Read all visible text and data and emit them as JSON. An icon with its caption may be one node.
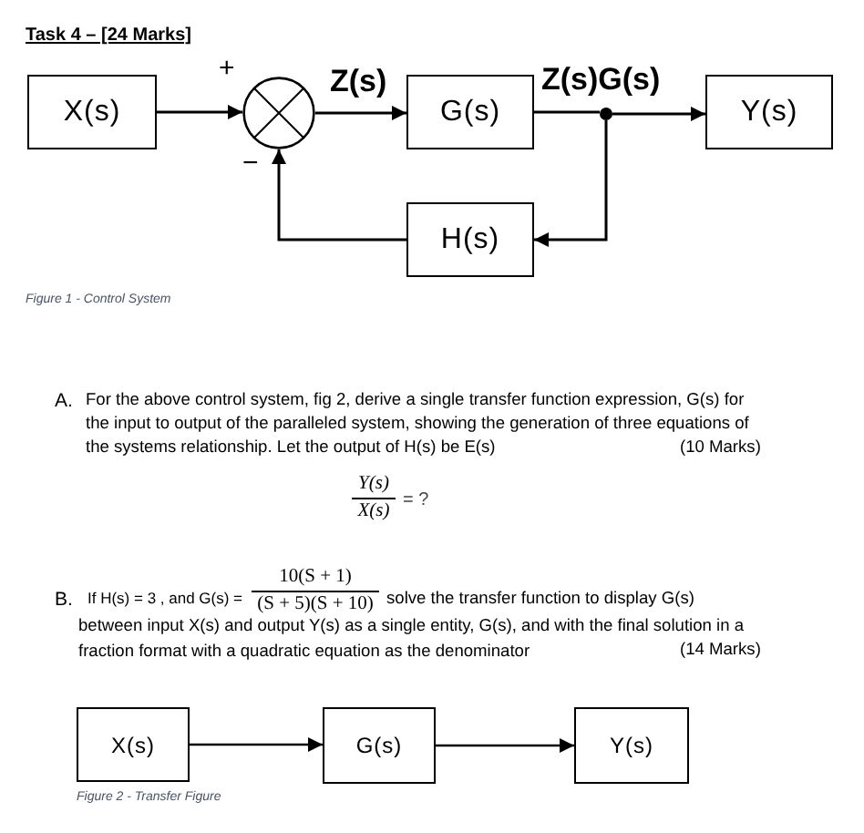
{
  "diagram": {
    "title": "Task 4 – [24 Marks]",
    "nodes": [
      {
        "text": [
          "X(s)"
        ]
      },
      {
        "text": [],
        "shape": "circle"
      },
      {
        "text": [
          "G(s)"
        ]
      },
      {
        "text": [],
        "shape": "circle"
      },
      {
        "text": [
          "Y(s)"
        ]
      },
      {
        "text": [
          "H(s)"
        ]
      },
      {
        "text": [
          "X(s)"
        ]
      },
      {
        "text": [
          "G(s)"
        ]
      },
      {
        "text": [
          "Y(s)"
        ]
      }
    ],
    "edges": [
      {
        "from": 0,
        "to": 1,
        "arrow": "to"
      },
      {
        "from": 1,
        "to": 2,
        "arrow": "to",
        "label": "Z(s)"
      },
      {
        "from": 2,
        "to": 3,
        "arrow": "none",
        "label": "Z(s)G(s)"
      },
      {
        "from": 3,
        "to": 4,
        "arrow": "to"
      },
      {
        "from": 3,
        "to": 5,
        "arrow": "to"
      },
      {
        "from": 5,
        "to": 1,
        "arrow": "to"
      },
      {
        "from": 6,
        "to": 7,
        "arrow": "to"
      },
      {
        "from": 7,
        "to": 8,
        "arrow": "to"
      }
    ],
    "labels": [
      "+",
      "−",
      "Figure 1 - Control System",
      "A.",
      "For the above control system, fig 2, derive a single transfer function expression, G(s) for the input to output of the paralleled system, showing the generation of three equations of the systems relationship. Let the output of H(s) be E(s)",
      "(10 Marks)",
      "Y(s)",
      "X(s)",
      "= ?",
      "B.",
      "If H(s) = 3 , and G(s) =",
      "10(S + 1)",
      "(S + 5)(S + 10)",
      "solve the transfer function to display G(s)",
      "between input X(s) and output Y(s) as a single entity, G(s), and with the final solution in a fraction format with a quadratic equation as the denominator",
      "(14 Marks)",
      "Figure 2 - Transfer Figure"
    ]
  }
}
